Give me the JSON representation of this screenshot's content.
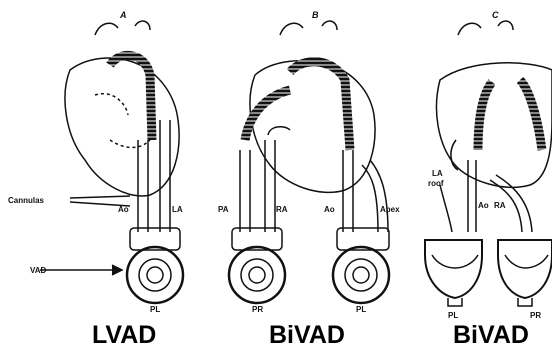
{
  "panels": [
    {
      "letter": "A",
      "caption": "LVAD"
    },
    {
      "letter": "B",
      "caption": "BiVAD"
    },
    {
      "letter": "C",
      "caption": "BiVAD"
    }
  ],
  "labels": {
    "cannulas": "Cannulas",
    "vad": "VAD",
    "ao": "Ao",
    "la": "LA",
    "pa": "PA",
    "ra": "RA",
    "apex": "Apex",
    "la_roof": "LA\nroof",
    "pl": "PL",
    "pr": "PR"
  },
  "colors": {
    "ink": "#111111",
    "background": "#ffffff"
  }
}
